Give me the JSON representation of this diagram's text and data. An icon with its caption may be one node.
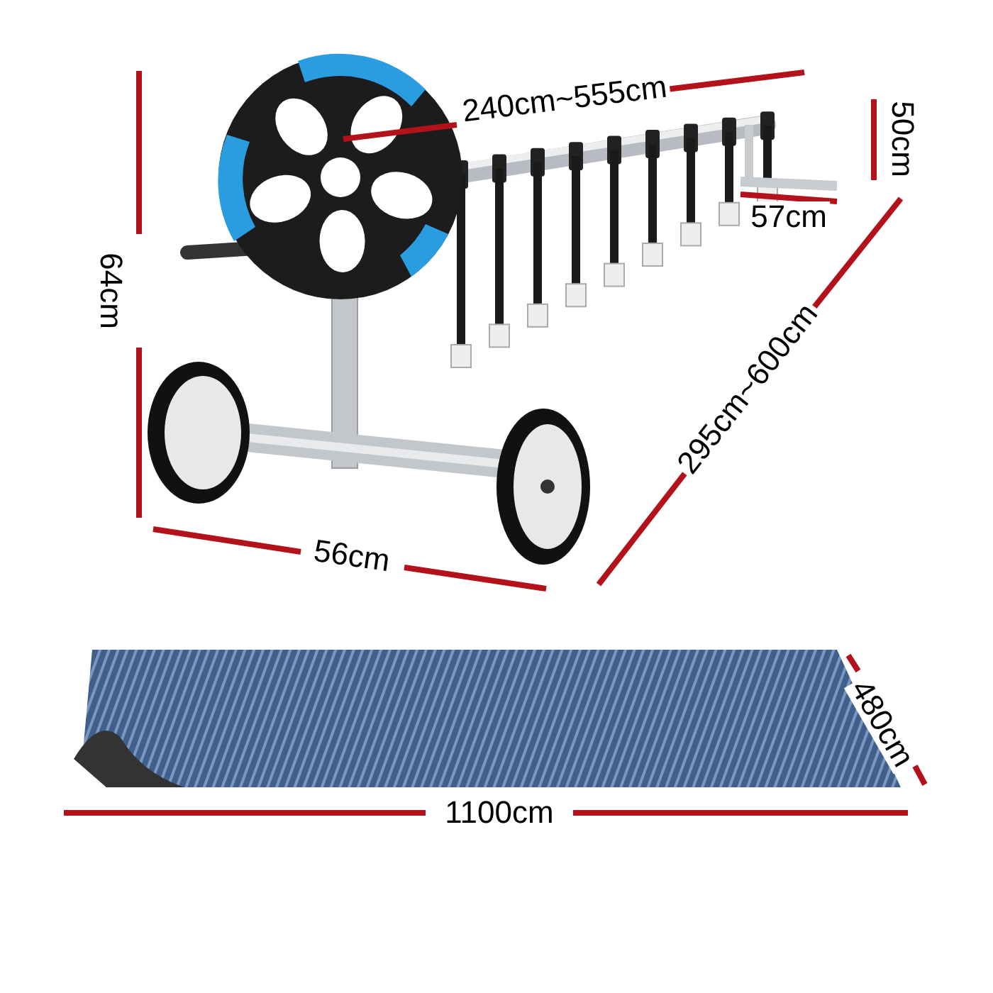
{
  "diagram": {
    "labels": [
      "240cm~555cm",
      "50cm",
      "57cm",
      "64cm",
      "295cm~600cm",
      "56cm",
      "480cm",
      "1100cm"
    ]
  }
}
